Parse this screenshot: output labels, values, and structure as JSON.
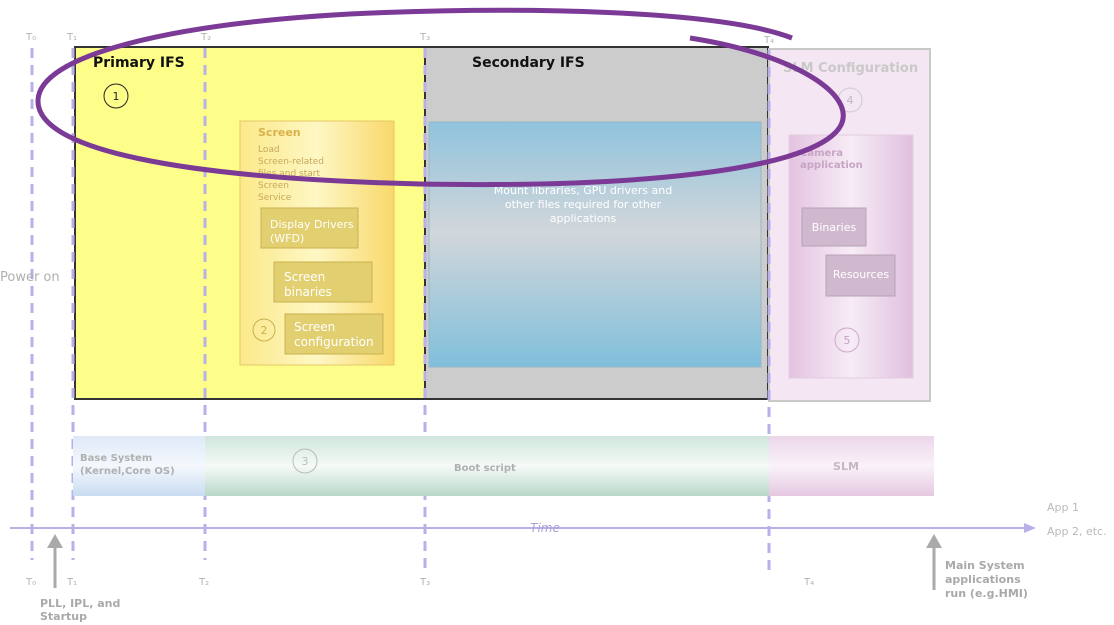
{
  "time_markers": {
    "top": [
      "T₀",
      "T₁",
      "T₂",
      "T₃",
      "T₄"
    ],
    "bottom": [
      "T₀",
      "T₁",
      "T₂",
      "T₃",
      "T₄"
    ]
  },
  "power_on": "Power on",
  "primary_ifs": {
    "title": "Primary IFS",
    "badge": "1",
    "screen_box": {
      "title": "Screen",
      "description": [
        "Load",
        "Screen-related",
        "files and start",
        "Screen",
        "Service"
      ],
      "display_drivers": [
        "Display Drivers",
        "(WFD)"
      ],
      "screen_binaries": [
        "Screen",
        "binaries"
      ],
      "badge": "2",
      "screen_configuration": [
        "Screen",
        "configuration"
      ]
    }
  },
  "secondary_ifs": {
    "title": "Secondary IFS",
    "description": [
      "Mount libraries, GPU drivers and",
      "other files  required for other",
      "applications"
    ]
  },
  "slm_configuration": {
    "title": "SLM Configuration",
    "badge": "4",
    "camera_box": {
      "title": [
        "Camera",
        "application"
      ],
      "binaries": "Binaries",
      "resources": "Resources",
      "badge": "5"
    }
  },
  "boot_bar": {
    "base_system": [
      "Base System",
      "(Kernel,Core OS)"
    ],
    "badge": "3",
    "boot_script": "Boot script",
    "slm": "SLM"
  },
  "time_label": "Time",
  "apps": [
    "App 1",
    "App 2, etc."
  ],
  "pll_label": [
    "PLL, IPL, and",
    "Startup"
  ],
  "main_system_label": [
    "Main System",
    "applications",
    "run (e.g.HMI)"
  ],
  "colors": {
    "primary_fill": "#fdfd8a",
    "secondary_fill": "#cccccc",
    "slm_fill": "#f5e6f3",
    "highlight_ellipse": "#7b3a96",
    "timeline": "#b8b0e8"
  }
}
